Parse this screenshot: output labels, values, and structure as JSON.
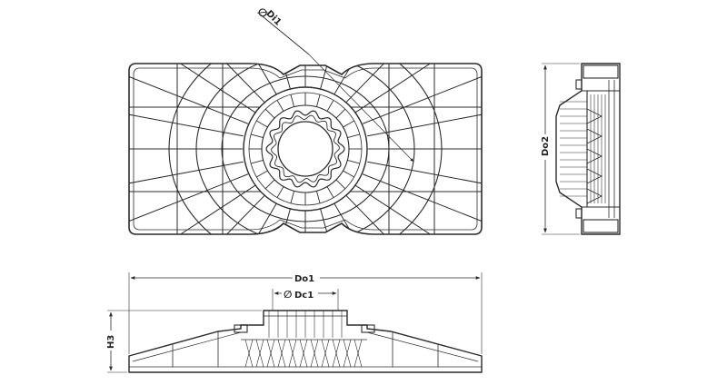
{
  "drawing": {
    "stroke_color": "#2b2b2b",
    "background": "#ffffff",
    "dimensions": {
      "di1": {
        "symbol": "∅",
        "label": "Di1"
      },
      "do1": {
        "label": "Do1"
      },
      "dc1": {
        "symbol": "∅",
        "label": "Dc1"
      },
      "do2": {
        "label": "Do2"
      },
      "h3": {
        "label": "H3"
      }
    }
  }
}
